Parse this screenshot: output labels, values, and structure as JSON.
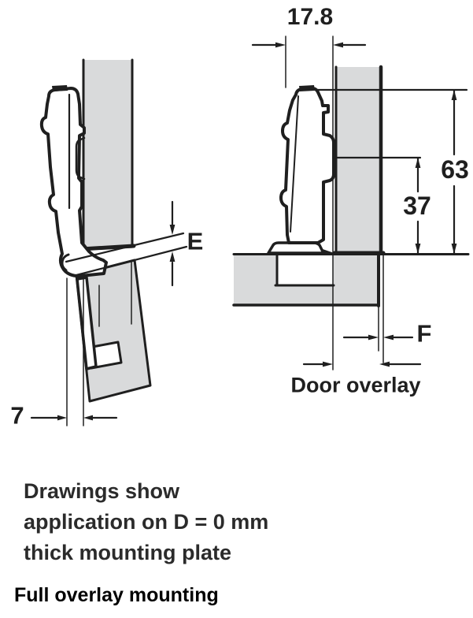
{
  "colors": {
    "panel_gray": "#d9dadb",
    "line": "#1f1f1f"
  },
  "left_view": {
    "dim_e": "E",
    "dim_7": "7"
  },
  "right_view": {
    "dim_width": "17.8",
    "dim_63": "63",
    "dim_37": "37",
    "dim_f": "F",
    "overlay_label": "Door overlay"
  },
  "caption": {
    "line1": "Drawings show",
    "line2": "application on D = 0 mm",
    "line3": "thick mounting plate"
  },
  "footer": {
    "title": "Full overlay mounting"
  }
}
